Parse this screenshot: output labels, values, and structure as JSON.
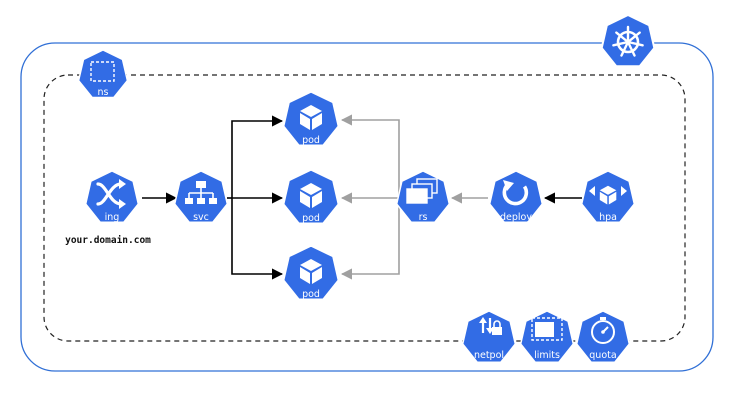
{
  "colors": {
    "k8s_blue": "#326ce5",
    "border_blue": "#3170d6",
    "arrow_dark": "#000000",
    "arrow_gray": "#a0a0a0",
    "dash": "#222222"
  },
  "cluster_logo": {
    "icon": "kubernetes-wheel-icon"
  },
  "nodes": {
    "ns": {
      "label": "ns",
      "icon": "namespace-icon"
    },
    "ing": {
      "label": "ing",
      "icon": "shuffle-icon"
    },
    "svc": {
      "label": "svc",
      "icon": "hierarchy-icon"
    },
    "pod1": {
      "label": "pod",
      "icon": "cube-icon"
    },
    "pod2": {
      "label": "pod",
      "icon": "cube-icon"
    },
    "pod3": {
      "label": "pod",
      "icon": "cube-icon"
    },
    "rs": {
      "label": "rs",
      "icon": "stacked-windows-icon"
    },
    "deploy": {
      "label": "deploy",
      "icon": "refresh-icon"
    },
    "hpa": {
      "label": "hpa",
      "icon": "cube-arrows-icon"
    },
    "netpol": {
      "label": "netpol",
      "icon": "network-lock-icon"
    },
    "limits": {
      "label": "limits",
      "icon": "limits-box-icon"
    },
    "quota": {
      "label": "quota",
      "icon": "gauge-icon"
    }
  },
  "domain_text": "your.domain.com"
}
